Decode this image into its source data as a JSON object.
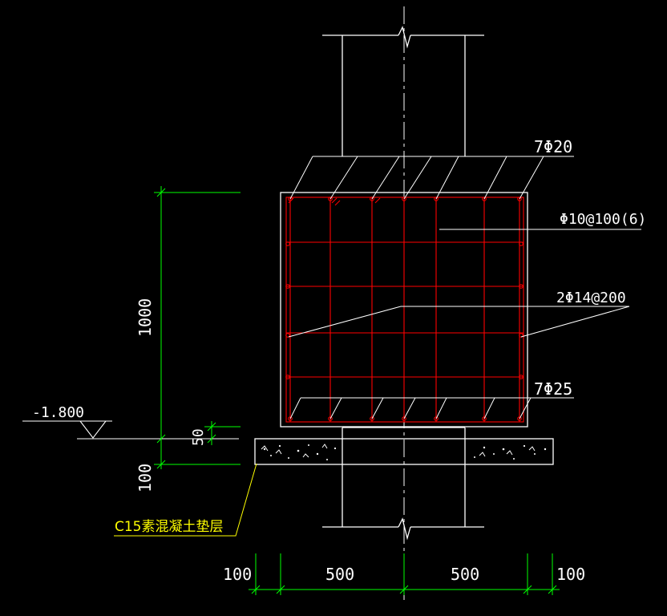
{
  "labels": {
    "top_bars": "7Φ20",
    "stirrup": "Φ10@100(6)",
    "side_bars": "2Φ14@200",
    "bottom_bars": "7Φ25",
    "elevation": "-1.800",
    "height_dim": "1000",
    "cover_dim": "50",
    "pad_dim": "100",
    "pad_note": "C15素混凝土垫层"
  },
  "bottom_dims": {
    "left_edge": "100",
    "left_half": "500",
    "right_half": "500",
    "right_edge": "100"
  },
  "colors": {
    "background": "#000000",
    "outline": "#ffffff",
    "rebar": "#ff0000",
    "dimension": "#00ff00",
    "note": "#ffff00"
  }
}
